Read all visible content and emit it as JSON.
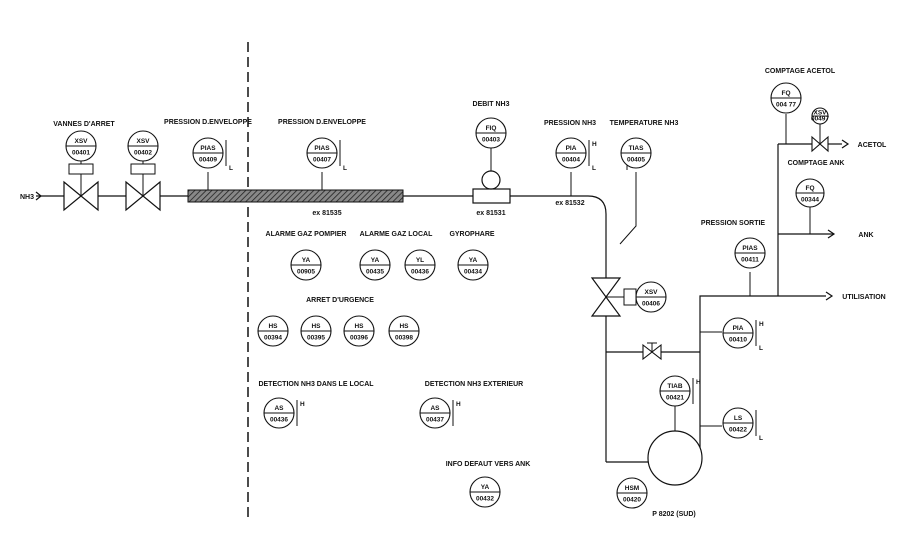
{
  "headers": {
    "vannes_arret": "VANNES D'ARRET",
    "pression_env_1": "PRESSION D.ENVELOPPE",
    "pression_env_2": "PRESSION D.ENVELOPPE",
    "debit": "DEBIT NH3",
    "pression_nh3": "PRESSION NH3",
    "temperature_nh3": "TEMPERATURE NH3",
    "comptage_acetol": "COMPTAGE ACETOL",
    "comptage_ank": "COMPTAGE ANK",
    "pression_sortie": "PRESSION SORTIE",
    "alarme_pompier": "ALARME GAZ POMPIER",
    "alarme_local": "ALARME GAZ LOCAL",
    "gyrophare": "GYROPHARE",
    "arret_urgence": "ARRET D'URGENCE",
    "detection_local": "DETECTION NH3 DANS LE LOCAL",
    "detection_ext": "DETECTION NH3 EXTERIEUR",
    "info_defaut": "INFO DEFAUT VERS ANK"
  },
  "lines": {
    "nh3_in": "NH3",
    "acetol": "ACETOL",
    "ank": "ANK",
    "utilisation": "UTILISATION",
    "ex81535": "ex 81535",
    "ex81531": "ex 81531",
    "ex81532": "ex 81532",
    "pump": "P 8202 (SUD)"
  },
  "instruments": {
    "xsv401": {
      "tag": "XSV",
      "num": "00401"
    },
    "xsv402": {
      "tag": "XSV",
      "num": "00402"
    },
    "pias409": {
      "tag": "PIAS",
      "num": "00409",
      "low": "L"
    },
    "pias407": {
      "tag": "PIAS",
      "num": "00407",
      "low": "L"
    },
    "fiq403": {
      "tag": "FIQ",
      "num": "00403"
    },
    "pia404": {
      "tag": "PIA",
      "num": "00404",
      "high": "H",
      "low": "L"
    },
    "tias405": {
      "tag": "TIAS",
      "num": "00405"
    },
    "fq377": {
      "tag": "FQ",
      "num": "004 77"
    },
    "xsv_small": {
      "tag": "XSV",
      "num": "00497"
    },
    "fq344": {
      "tag": "FQ",
      "num": "00344"
    },
    "ya905": {
      "tag": "YA",
      "num": "00905"
    },
    "ya435": {
      "tag": "YA",
      "num": "00435"
    },
    "yl436": {
      "tag": "YL",
      "num": "00436"
    },
    "ya434": {
      "tag": "YA",
      "num": "00434"
    },
    "pias411": {
      "tag": "PIAS",
      "num": "00411"
    },
    "xsv406": {
      "tag": "XSV",
      "num": "00406"
    },
    "hs394": {
      "tag": "HS",
      "num": "00394"
    },
    "hs395": {
      "tag": "HS",
      "num": "00395"
    },
    "hs396": {
      "tag": "HS",
      "num": "00396"
    },
    "hs398": {
      "tag": "HS",
      "num": "00398"
    },
    "pia410": {
      "tag": "PIA",
      "num": "00410",
      "high": "H",
      "low": "L"
    },
    "as436": {
      "tag": "AS",
      "num": "00436",
      "high": "H"
    },
    "as437": {
      "tag": "AS",
      "num": "00437",
      "high": "H"
    },
    "tiab421": {
      "tag": "TIAB",
      "num": "00421",
      "high": "H"
    },
    "ls422": {
      "tag": "LS",
      "num": "00422",
      "low": "L"
    },
    "hsm420": {
      "tag": "HSM",
      "num": "00420"
    },
    "ya432": {
      "tag": "YA",
      "num": "00432"
    }
  }
}
